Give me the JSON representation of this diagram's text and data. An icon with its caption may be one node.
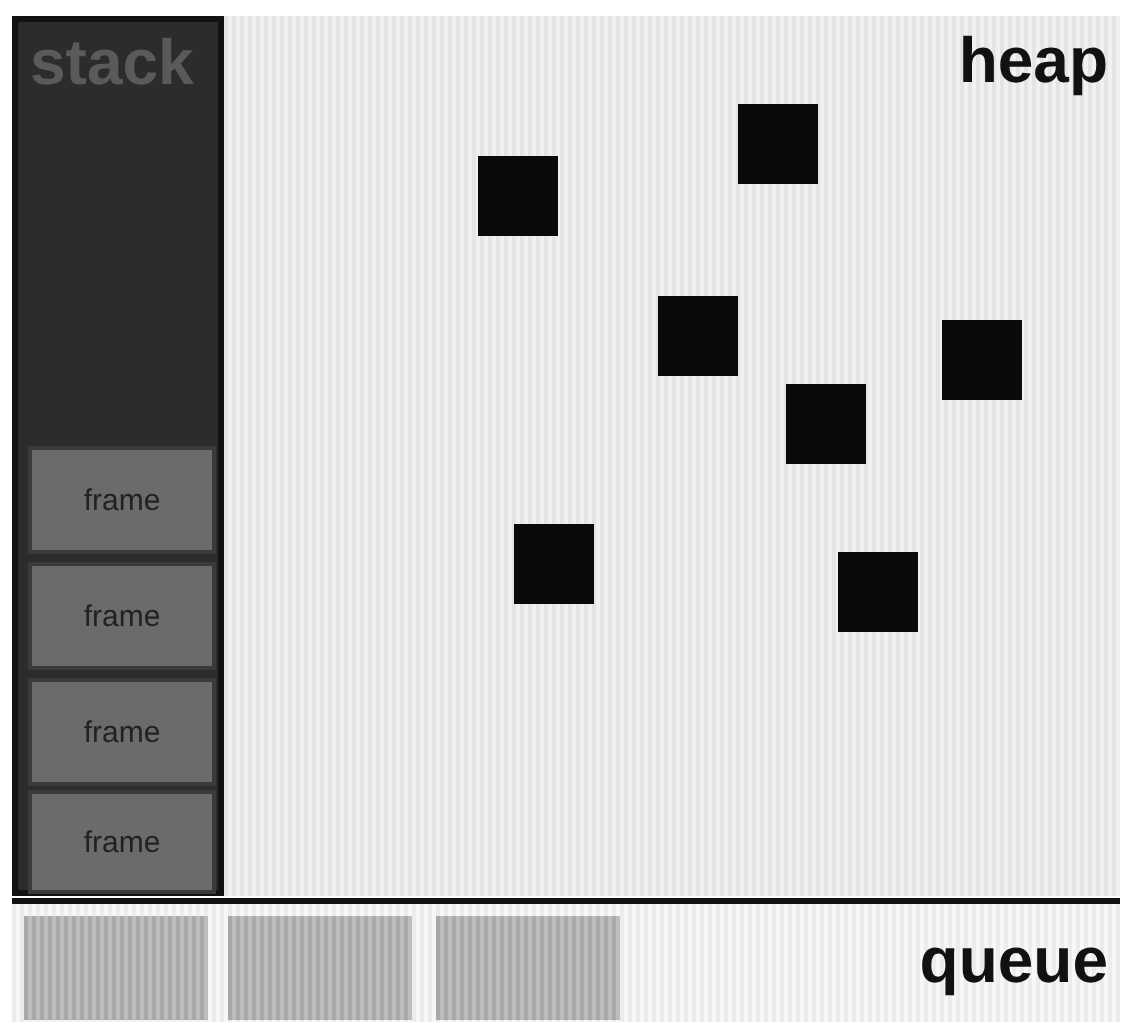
{
  "diagram": {
    "nodes": [
      {
        "text": [
          "stack"
        ]
      },
      {
        "text": [
          "frame"
        ],
        "in": 0
      },
      {
        "text": [
          "frame"
        ],
        "in": 0
      },
      {
        "text": [
          "frame"
        ],
        "in": 0
      },
      {
        "text": [
          "frame"
        ],
        "in": 0
      },
      {
        "text": [
          "heap"
        ]
      },
      {
        "text": [],
        "shape": "box",
        "in": 5
      },
      {
        "text": [],
        "shape": "box",
        "in": 5
      },
      {
        "text": [],
        "shape": "box",
        "in": 5
      },
      {
        "text": [],
        "shape": "box",
        "in": 5
      },
      {
        "text": [],
        "shape": "box",
        "in": 5
      },
      {
        "text": [],
        "shape": "box",
        "in": 5
      },
      {
        "text": [],
        "shape": "box",
        "in": 5
      },
      {
        "text": [
          "queue"
        ]
      },
      {
        "text": [],
        "shape": "box",
        "in": 13
      },
      {
        "text": [],
        "shape": "box",
        "in": 13
      },
      {
        "text": [],
        "shape": "box",
        "in": 13
      }
    ]
  }
}
